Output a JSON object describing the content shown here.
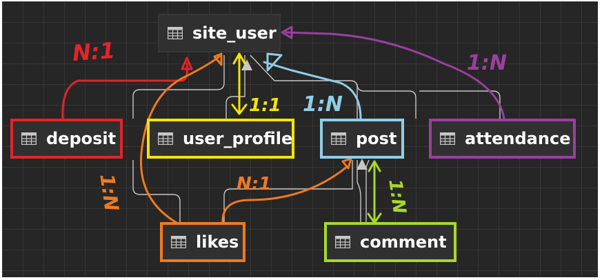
{
  "entities": [
    {
      "key": "site_user",
      "label": "site_user",
      "border": "#383838"
    },
    {
      "key": "deposit",
      "label": "deposit",
      "border": "#e3242b"
    },
    {
      "key": "user_profile",
      "label": "user_profile",
      "border": "#f5e400"
    },
    {
      "key": "post",
      "label": "post",
      "border": "#8fcfe8"
    },
    {
      "key": "attendance",
      "label": "attendance",
      "border": "#9a40a0"
    },
    {
      "key": "likes",
      "label": "likes",
      "border": "#f07a20"
    },
    {
      "key": "comment",
      "label": "comment",
      "border": "#a8d82a"
    }
  ],
  "relations": [
    {
      "key": "deposit_site_user",
      "label": "N:1",
      "color": "#e3242b"
    },
    {
      "key": "user_profile_site_user",
      "label": "1:1",
      "color": "#f5e400"
    },
    {
      "key": "post_site_user",
      "label": "1:N",
      "color": "#8fcfe8"
    },
    {
      "key": "attendance_site_user",
      "label": "1:N",
      "color": "#9a40a0"
    },
    {
      "key": "likes_site_user",
      "label": "1:N",
      "color": "#f07a20"
    },
    {
      "key": "likes_post",
      "label": "N:1",
      "color": "#f07a20"
    },
    {
      "key": "post_comment",
      "label": "1:N",
      "color": "#a8d82a"
    }
  ],
  "icon": "table-icon"
}
